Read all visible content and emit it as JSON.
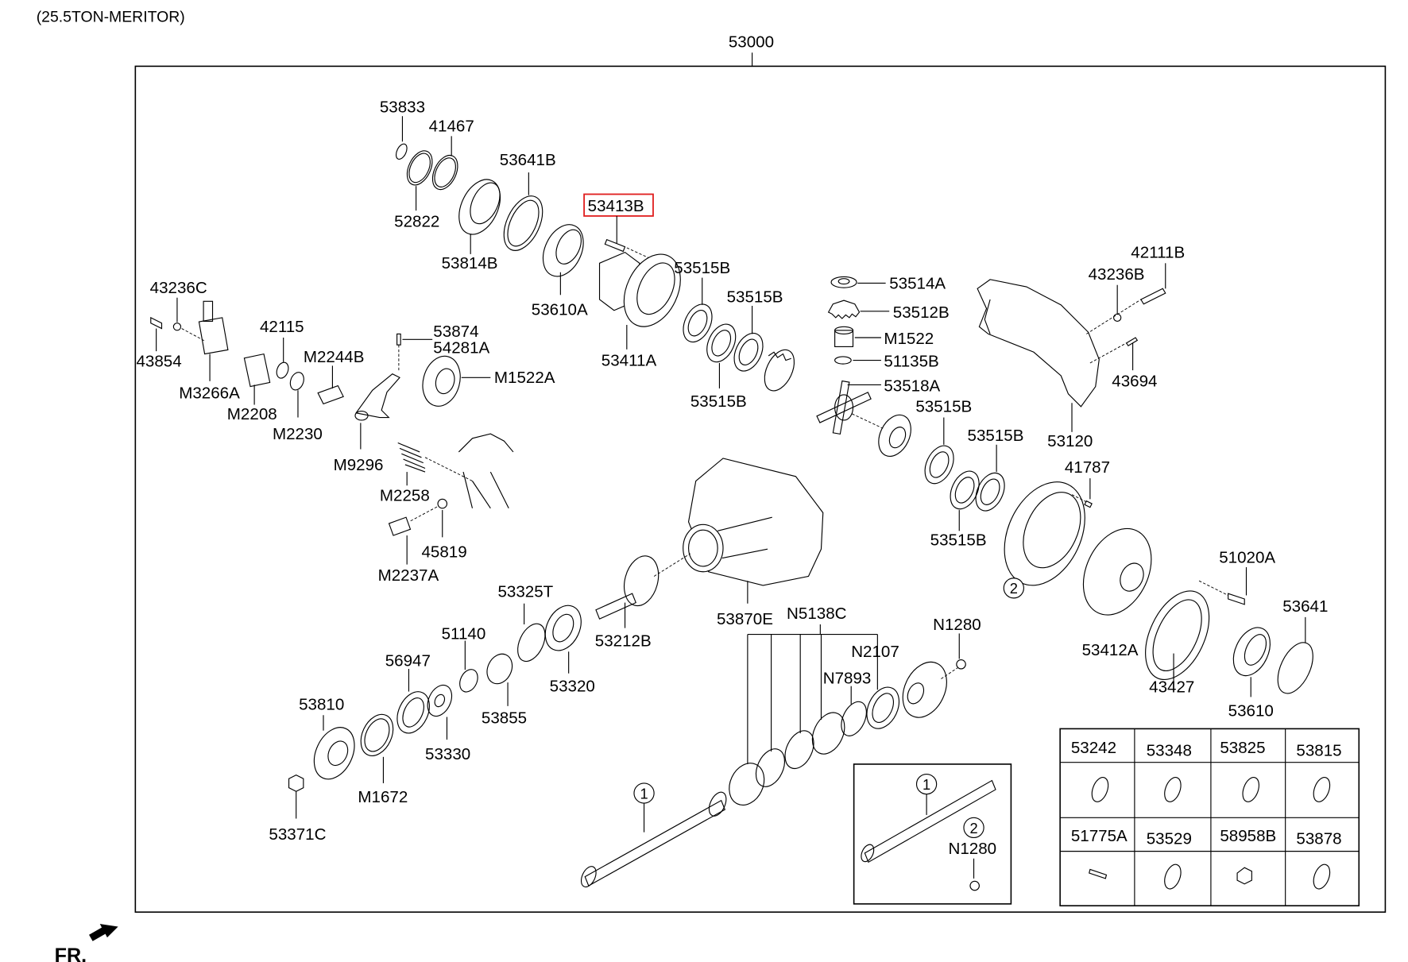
{
  "title": "(25.5TON-MERITOR)",
  "assembly_label": "53000",
  "highlighted_part": "53413B",
  "highlight_color": "#e02020",
  "front_indicator": "FR.",
  "labels": {
    "p53833": "53833",
    "p41467": "41467",
    "p53641B": "53641B",
    "p52822": "52822",
    "p53814B": "53814B",
    "p53413B": "53413B",
    "p53610A": "53610A",
    "p53411A": "53411A",
    "p53515B_1": "53515B",
    "p53515B_2": "53515B",
    "p53515B_3": "53515B",
    "p53515B_4": "53515B",
    "p53515B_5": "53515B",
    "p53515B_6": "53515B",
    "p53514A": "53514A",
    "p53512B": "53512B",
    "pM1522": "M1522",
    "p51135B": "51135B",
    "p53518A": "53518A",
    "p42111B": "42111B",
    "p43236B": "43236B",
    "p43694": "43694",
    "p53120": "53120",
    "p41787": "41787",
    "p43236C": "43236C",
    "p43854": "43854",
    "pM3266A": "M3266A",
    "p42115": "42115",
    "pM2208": "M2208",
    "pM2230": "M2230",
    "pM2244B": "M2244B",
    "p53874": "53874",
    "p54281A": "54281A",
    "pM1522A": "M1522A",
    "pM9296": "M9296",
    "pM2258": "M2258",
    "p45819": "45819",
    "pM2237A": "M2237A",
    "p53325T": "53325T",
    "p53320": "53320",
    "p53212B": "53212B",
    "p51140": "51140",
    "p53855": "53855",
    "p56947": "56947",
    "p53330": "53330",
    "p53810": "53810",
    "pM1672": "M1672",
    "p53371C": "53371C",
    "p53870E": "53870E",
    "pN5138C": "N5138C",
    "pN2107": "N2107",
    "pN7893": "N7893",
    "pN1280": "N1280",
    "pN1280_inset": "N1280",
    "p51020A": "51020A",
    "p53641": "53641",
    "p53412A": "53412A",
    "p43427": "43427",
    "p53610": "53610"
  },
  "callouts": {
    "c1_main": "1",
    "c1_inset": "1",
    "c2_main": "2",
    "c2_inset": "2"
  },
  "kit_table": {
    "row1": [
      "53242",
      "53348",
      "53825",
      "53815"
    ],
    "row2": [
      "51775A",
      "53529",
      "58958B",
      "53878"
    ]
  }
}
